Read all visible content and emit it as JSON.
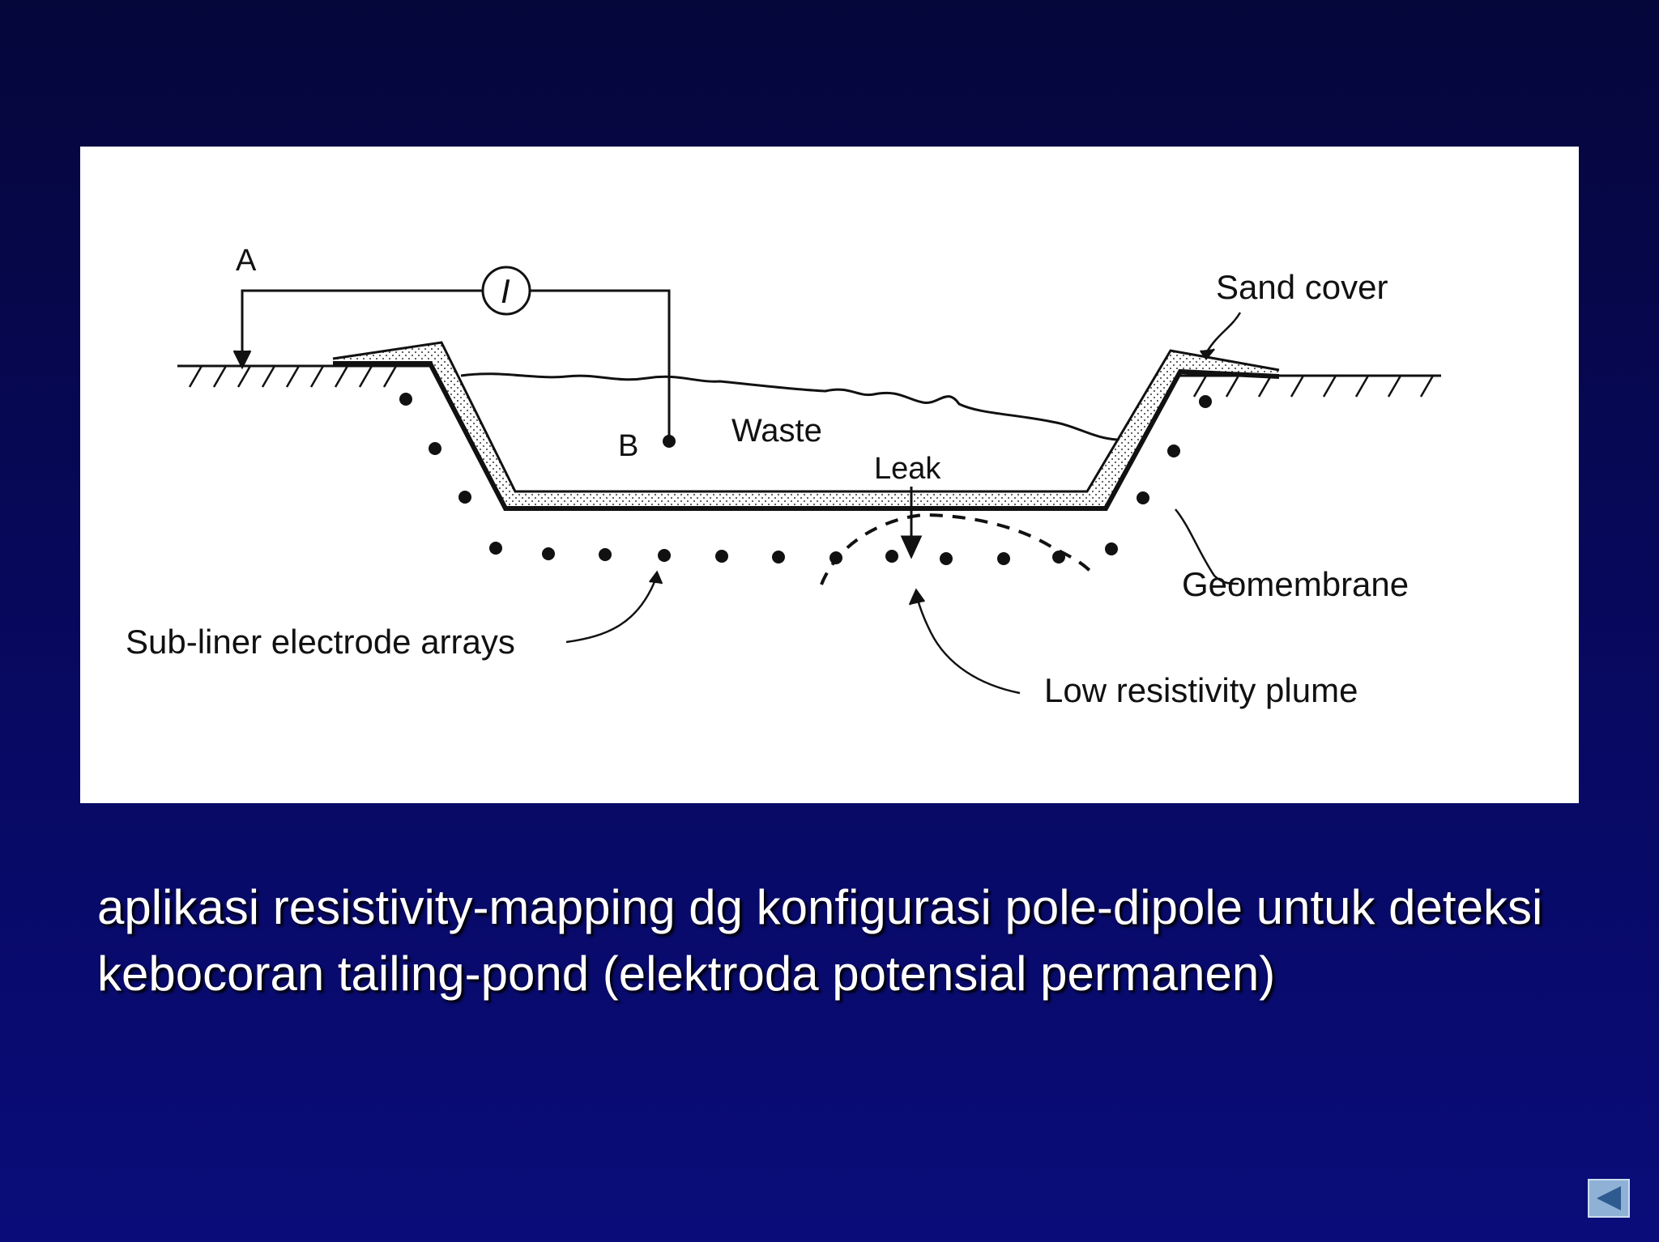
{
  "diagram": {
    "labels": {
      "electrode_a": "A",
      "electrode_b": "B",
      "current_meter": "I",
      "sand_cover": "Sand cover",
      "waste": "Waste",
      "leak": "Leak",
      "geomembrane": "Geomembrane",
      "sub_liner": "Sub-liner electrode arrays",
      "plume": "Low resistivity plume"
    }
  },
  "caption": {
    "text": "aplikasi resistivity-mapping dg konfigurasi pole-dipole untuk deteksi kebocoran tailing-pond (elektroda potensial permanen)"
  },
  "nav": {
    "back_icon": "triangle-left-icon"
  },
  "colors": {
    "background": "#07085a",
    "panel": "#ffffff",
    "caption_text": "#ffffff",
    "nav_button": "#8fb1d6"
  }
}
